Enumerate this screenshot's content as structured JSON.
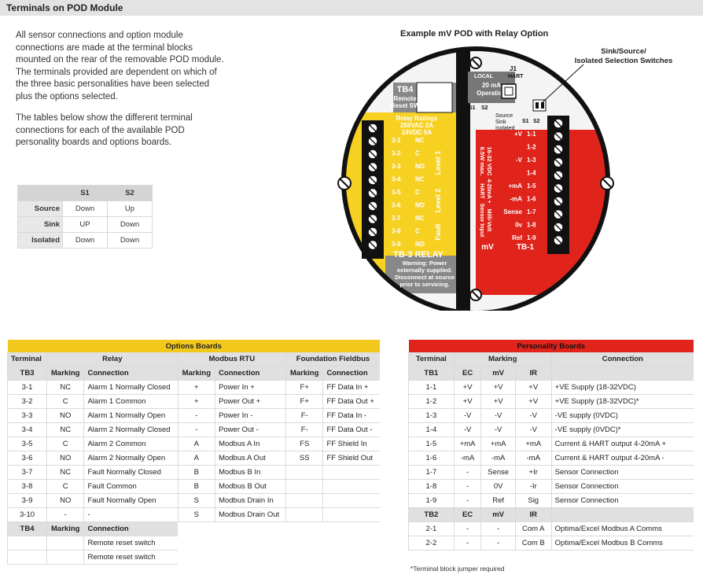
{
  "header": {
    "title": "Terminals on POD Module"
  },
  "intro": {
    "p1": "All sensor connections and option module connections are made at the terminal blocks mounted on the rear of the removable POD module.",
    "p2": "The terminals provided are dependent on which of the three basic personalities have been selected plus the options selected.",
    "p3": "The tables below show the different terminal connections for each of the available POD personality boards and options boards."
  },
  "switch_table": {
    "headers": [
      "S1",
      "S2"
    ],
    "rows": [
      {
        "label": "Source",
        "s1": "Down",
        "s2": "Up"
      },
      {
        "label": "Sink",
        "s1": "UP",
        "s2": "Down"
      },
      {
        "label": "Isolated",
        "s1": "Down",
        "s2": "Down"
      }
    ]
  },
  "diagram": {
    "title": "Example mV POD with Relay Option",
    "callout": "Sink/Source/\nIsolated Selection Switches",
    "callout_line1": "Sink/Source/",
    "callout_line2": "Isolated Selection Switches",
    "tb4_label": "TB4",
    "tb4_sub1": "Remote",
    "tb4_sub2": "Reset SW",
    "local": "LOCAL",
    "j1": "J1",
    "hart": "HART",
    "op1": "20 mA",
    "op2": "Operation",
    "s1": "S1",
    "s2": "S2",
    "src": "Source",
    "snk": "Sink",
    "iso": "Isolated",
    "rr1": "Relay Ratings",
    "rr2": "250VAC  2A",
    "rr3": "24VDC  5A",
    "relay_terms": [
      "3-1",
      "3-2",
      "3-3",
      "3-4",
      "3-5",
      "3-6",
      "3-7",
      "3-8",
      "3-9"
    ],
    "relay_marks": [
      "NC",
      "C",
      "NO",
      "NC",
      "C",
      "NO",
      "NC",
      "C",
      "NO"
    ],
    "level1": "Level 1",
    "level2": "Level 2",
    "fault": "Fault",
    "tb3": "TB-3   RELAY",
    "warn1": "Warning:  Power",
    "warn2": "externally supplied.",
    "warn3": "Disconnect at source",
    "warn4": "prior to servicing.",
    "mv_terms": [
      "1-1",
      "1-2",
      "1-3",
      "1-4",
      "1-5",
      "1-6",
      "1-7",
      "1-8",
      "1-9"
    ],
    "mv_marks": [
      "+V",
      "",
      "-V",
      "",
      "+mA",
      "-mA",
      "Sense",
      "0v",
      "Ref"
    ],
    "supply": "16-32 VDC\n6.5W max.",
    "supply_l1": "16-32 VDC",
    "supply_l2": "6.5W max.",
    "hart_l1": "4-20mA +",
    "hart_l2": "HART",
    "sensor_l1": "Milli-Volt",
    "sensor_l2": "Sensor Input",
    "mv": "mV",
    "tb1": "TB-1",
    "s1b": "S1",
    "s2b": "S2"
  },
  "options": {
    "title": "Options Boards",
    "group_headers": [
      "Terminal",
      "Relay",
      "Modbus RTU",
      "Foundation Fieldbus"
    ],
    "sub_headers": [
      "TB3",
      "Marking",
      "Connection",
      "Marking",
      "Connection",
      "Marking",
      "Connection"
    ],
    "rows": [
      [
        "3-1",
        "NC",
        "Alarm 1 Normally Closed",
        "+",
        "Power In +",
        "F+",
        "FF Data In +"
      ],
      [
        "3-2",
        "C",
        "Alarm 1 Common",
        "+",
        "Power Out +",
        "F+",
        "FF Data Out +"
      ],
      [
        "3-3",
        "NO",
        "Alarm 1 Normally Open",
        "-",
        "Power In -",
        "F-",
        "FF Data In -"
      ],
      [
        "3-4",
        "NC",
        "Alarm 2 Normally Closed",
        "-",
        "Power Out -",
        "F-",
        "FF Data Out -"
      ],
      [
        "3-5",
        "C",
        "Alarm 2 Common",
        "A",
        "Modbus A In",
        "FS",
        "FF Shield In"
      ],
      [
        "3-6",
        "NO",
        "Alarm 2 Normally Open",
        "A",
        "Modbus A Out",
        "SS",
        "FF Shield Out"
      ],
      [
        "3-7",
        "NC",
        "Fault Normally Closed",
        "B",
        "Modbus B In",
        "",
        ""
      ],
      [
        "3-8",
        "C",
        "Fault Common",
        "B",
        "Modbus B Out",
        "",
        ""
      ],
      [
        "3-9",
        "NO",
        "Fault Normally Open",
        "S",
        "Modbus Drain In",
        "",
        ""
      ],
      [
        "3-10",
        "-",
        "-",
        "S",
        "Modbus Drain Out",
        "",
        ""
      ]
    ],
    "tb4_headers": [
      "TB4",
      "Marking",
      "Connection"
    ],
    "tb4_rows": [
      [
        "",
        "",
        "Remote reset switch"
      ],
      [
        "",
        "",
        "Remote reset switch"
      ]
    ]
  },
  "personality": {
    "title": "Personality Boards",
    "group_headers": [
      "Terminal",
      "Marking",
      "Connection"
    ],
    "sub_headers": [
      "TB1",
      "EC",
      "mV",
      "IR",
      ""
    ],
    "rows": [
      [
        "1-1",
        "+V",
        "+V",
        "+V",
        "+VE Supply (18-32VDC)"
      ],
      [
        "1-2",
        "+V",
        "+V",
        "+V",
        "+VE Supply (18-32VDC)*"
      ],
      [
        "1-3",
        "-V",
        "-V",
        "-V",
        "-VE supply (0VDC)"
      ],
      [
        "1-4",
        "-V",
        "-V",
        "-V",
        "-VE supply (0VDC)*"
      ],
      [
        "1-5",
        "+mA",
        "+mA",
        "+mA",
        "Current & HART output 4-20mA +"
      ],
      [
        "1-6",
        "-mA",
        "-mA",
        "-mA",
        "Current & HART output 4-20mA -"
      ],
      [
        "1-7",
        "-",
        "Sense",
        "+Ir",
        "Sensor Connection"
      ],
      [
        "1-8",
        "-",
        "0V",
        "-Ir",
        "Sensor Connection"
      ],
      [
        "1-9",
        "-",
        "Ref",
        "Sig",
        "Sensor Connection"
      ]
    ],
    "tb2_headers": [
      "TB2",
      "EC",
      "mV",
      "IR",
      ""
    ],
    "tb2_rows": [
      [
        "2-1",
        "-",
        "-",
        "Com A",
        "Optima/Excel Modbus A Comms"
      ],
      [
        "2-2",
        "-",
        "-",
        "Com B",
        "Optima/Excel Modbus B Comms"
      ]
    ],
    "footnote": "*Terminal block jumper required"
  }
}
